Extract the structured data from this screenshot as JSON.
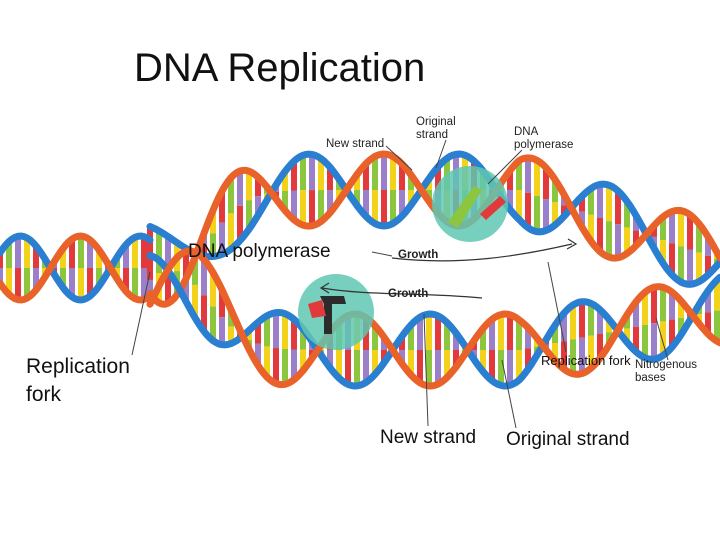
{
  "title": "DNA Replication",
  "labels": {
    "new_strand_top": "New strand",
    "original_strand_top": "Original strand",
    "dna_polymerase_top": "DNA polymerase",
    "dna_polymerase_left": "DNA polymerase",
    "growth_top": "Growth",
    "growth_bottom": "Growth",
    "replication_fork_left": "Replication fork",
    "replication_fork_right": "Replication fork",
    "nitrogenous_bases": "Nitrogenous bases",
    "new_strand_bottom": "New strand",
    "original_strand_bottom": "Original strand"
  },
  "colors": {
    "backbone_blue": "#2a7fd0",
    "backbone_orange": "#e8622a",
    "base_red": "#e23a3a",
    "base_green": "#8cc63f",
    "base_purple": "#9b7fc9",
    "base_yellow": "#f2d21b",
    "enzyme_teal": "#5fc7b2"
  }
}
